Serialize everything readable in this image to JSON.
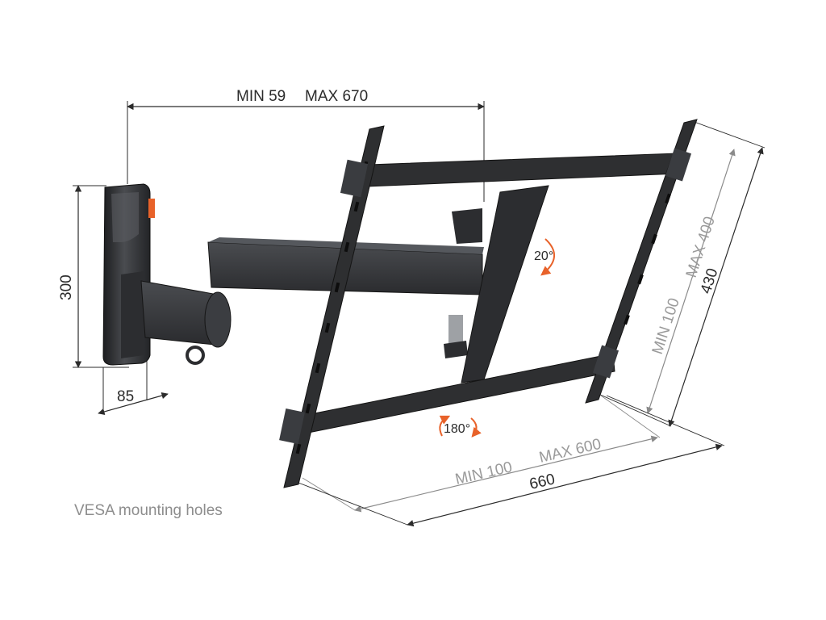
{
  "dimensions": {
    "arm_extension": {
      "min_label": "MIN 59",
      "max_label": "MAX 670"
    },
    "wall_plate_height": "300",
    "wall_plate_depth": "85",
    "vesa_vertical": {
      "min_label": "MIN 100",
      "max_label": "MAX 400",
      "total": "430"
    },
    "vesa_horizontal": {
      "min_label": "MIN 100",
      "max_label": "MAX 600",
      "total": "660"
    },
    "tilt_angle": "20°",
    "swivel_angle": "180°"
  },
  "caption": "VESA mounting holes",
  "colors": {
    "bracket": "#2e2f31",
    "dimension_dark": "#2b2b2b",
    "dimension_grey": "#9a9a9a",
    "accent_orange": "#e8622a"
  }
}
